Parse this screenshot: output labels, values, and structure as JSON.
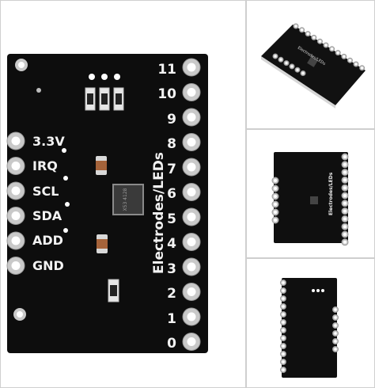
{
  "gallery": {
    "pin_labels_left": [
      "3.3V",
      "IRQ",
      "SCL",
      "SDA",
      "ADD",
      "GND"
    ],
    "pin_labels_right": [
      "11",
      "10",
      "9",
      "8",
      "7",
      "6",
      "5",
      "4",
      "3",
      "2",
      "1",
      "0"
    ],
    "board_text": "Electrodes/LEDs",
    "chip_text": "X53 4128",
    "colors": {
      "board": "#0d0d0d",
      "pad_silver": "#c9c9c9",
      "silkscreen": "#f2f2f2",
      "thumb_border": "#cfcfcf"
    }
  }
}
